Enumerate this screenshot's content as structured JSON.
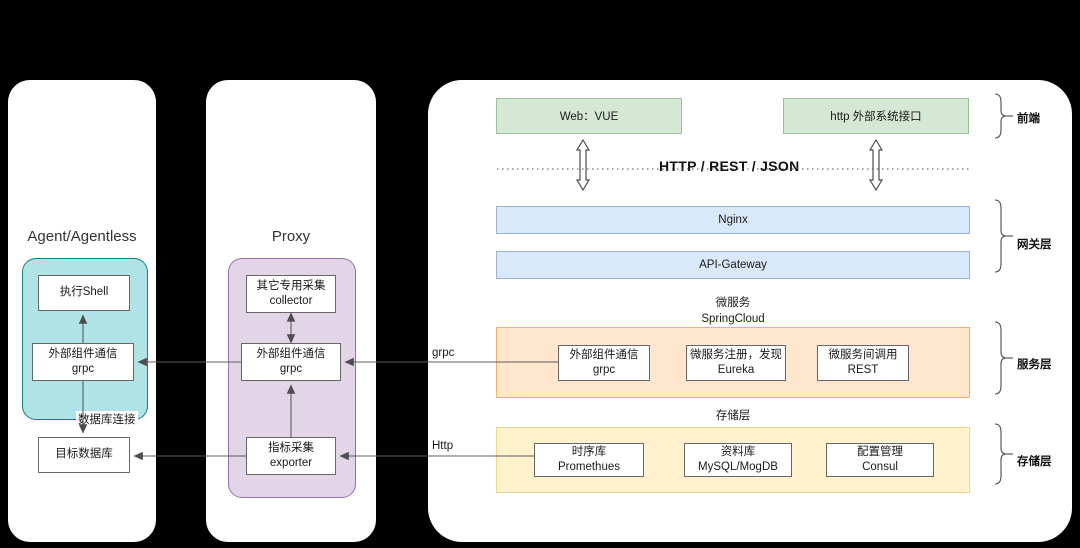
{
  "diagram": {
    "background_color": "#000000",
    "panel_color": "#ffffff",
    "colors": {
      "green_fill": "#d5e8d4",
      "green_stroke": "#82b366",
      "blue_fill": "#dae8fc",
      "blue_stroke": "#6c8ebf",
      "orange_fill": "#ffe6cc",
      "orange_stroke": "#d79b00",
      "yellow_fill": "#fff2cc",
      "yellow_stroke": "#d6b656",
      "teal_fill": "#b0e3e6",
      "teal_stroke": "#0e8088",
      "purple_fill": "#e1d5e7",
      "purple_stroke": "#9673a6",
      "line_stroke": "#666666"
    }
  },
  "agent_panel": {
    "title": "Agent/Agentless",
    "nodes": [
      {
        "line1": "执行Shell",
        "line2": ""
      },
      {
        "line1": "外部组件通信",
        "line2": "grpc"
      },
      {
        "line1": "目标数据库",
        "line2": ""
      }
    ],
    "edge_labels": [
      {
        "text": "数据库连接"
      }
    ]
  },
  "proxy_panel": {
    "title": "Proxy",
    "nodes": [
      {
        "line1": "其它专用采集",
        "line2": "collector"
      },
      {
        "line1": "外部组件通信",
        "line2": "grpc"
      },
      {
        "line1": "指标采集",
        "line2": "exporter"
      }
    ]
  },
  "main_panel": {
    "frontend": {
      "boxes": [
        {
          "label": "Web：VUE"
        },
        {
          "label": "http 外部系统接口"
        }
      ]
    },
    "protocol_divider": {
      "label": "HTTP / REST / JSON"
    },
    "gateway": {
      "boxes": [
        {
          "label": "Nginx"
        },
        {
          "label": "API-Gateway"
        }
      ]
    },
    "service": {
      "caption_line1": "微服务",
      "caption_line2": "SpringCloud",
      "nodes": [
        {
          "line1": "外部组件通信",
          "line2": "grpc"
        },
        {
          "line1": "微服务注册，发现",
          "line2": "Eureka"
        },
        {
          "line1": "微服务间调用",
          "line2": "REST"
        }
      ]
    },
    "storage": {
      "caption_line1": "存储层",
      "caption_line2": "",
      "nodes": [
        {
          "line1": "时序库",
          "line2": "Promethues"
        },
        {
          "line1": "资料库",
          "line2": "MySQL/MogDB"
        },
        {
          "line1": "配置管理",
          "line2": "Consul"
        }
      ]
    },
    "layer_labels": [
      {
        "text": "前端"
      },
      {
        "text": "网关层"
      },
      {
        "text": "服务层"
      },
      {
        "text": "存储层"
      }
    ],
    "cross_edge_labels": [
      {
        "text": "grpc"
      },
      {
        "text": "Http"
      }
    ]
  }
}
